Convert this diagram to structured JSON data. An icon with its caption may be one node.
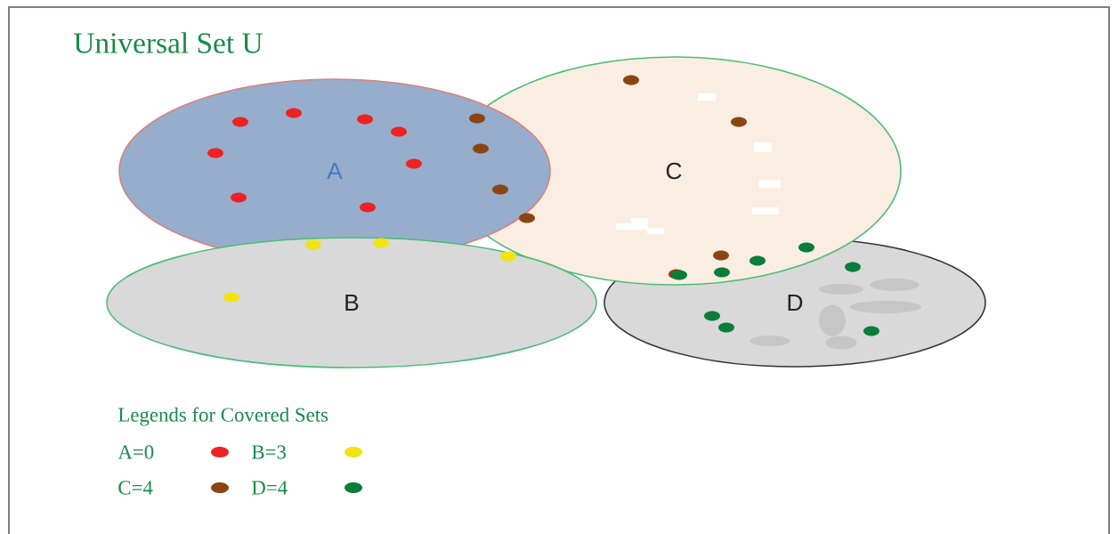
{
  "diagram": {
    "title": "Universal Set U",
    "nodes": [
      {
        "text": [
          "A"
        ]
      },
      {
        "text": [
          "C"
        ]
      },
      {
        "text": [
          "B"
        ]
      },
      {
        "text": [
          "D"
        ]
      }
    ],
    "labels": [
      "Legends for Covered Sets"
    ],
    "legend": [
      {
        "text": "A=0",
        "color": "#ee2222"
      },
      {
        "text": "B=3",
        "color": "#f2e312"
      },
      {
        "text": "C=4",
        "color": "#8b4513"
      },
      {
        "text": "D=4",
        "color": "#0a7d3a"
      }
    ]
  }
}
